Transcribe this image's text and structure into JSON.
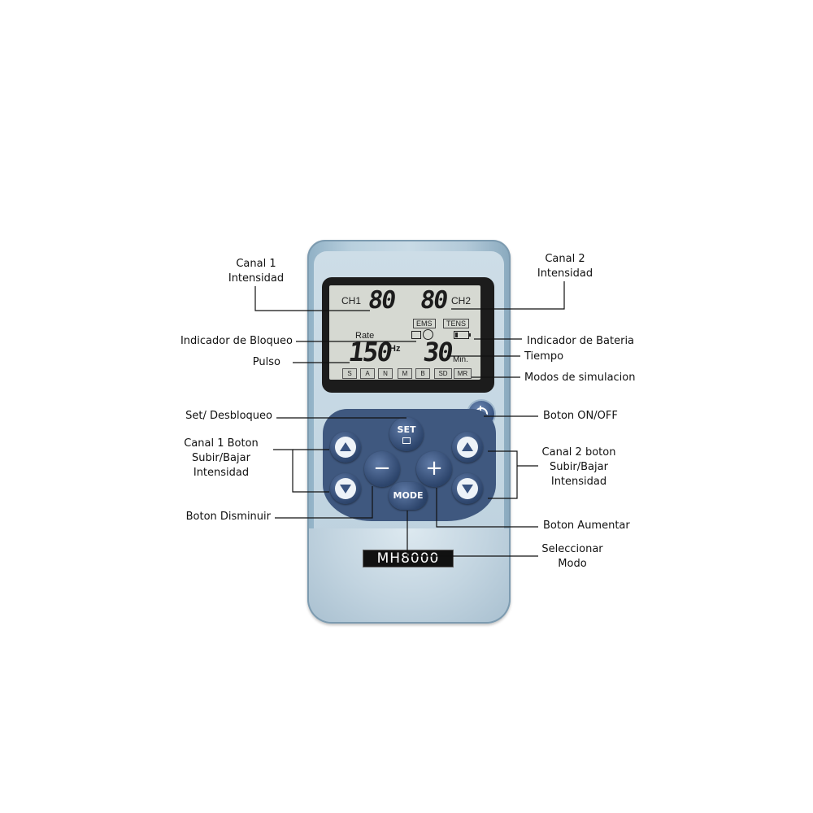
{
  "labels": {
    "canal1_line1": "Canal 1",
    "canal1_line2": "Intensidad",
    "canal2_line1": "Canal 2",
    "canal2_line2": "Intensidad",
    "bloqueo": "Indicador de Bloqueo",
    "pulso": "Pulso",
    "bateria": "Indicador de Bateria",
    "tiempo": "Tiempo",
    "modos": "Modos de simulacion",
    "set": "Set/ Desbloqueo",
    "onoff": "Boton ON/OFF",
    "canal1_btn_1": "Canal 1 Boton",
    "canal1_btn_2": "Subir/Bajar",
    "canal1_btn_3": "Intensidad",
    "canal2_btn_1": "Canal 2 boton",
    "canal2_btn_2": "Subir/Bajar",
    "canal2_btn_3": "Intensidad",
    "disminuir": "Boton Disminuir",
    "aumentar": "Boton Aumentar",
    "seleccionar_1": "Seleccionar",
    "seleccionar_2": "Modo"
  },
  "lcd": {
    "ch1": "CH1",
    "ch1_value": "80",
    "ch2": "CH2",
    "ch2_value": "80",
    "ems": "EMS",
    "tens": "TENS",
    "rate": "Rate",
    "rate_value": "150",
    "hz": "Hz",
    "time_value": "30",
    "min": "Min.",
    "modes": [
      "S",
      "A",
      "N",
      "M",
      "B",
      "SD",
      "MR"
    ]
  },
  "buttons": {
    "set": "SET",
    "mode": "MODE",
    "minus": "−",
    "plus": "+"
  },
  "model": "MH8000",
  "colors": {
    "body": "#bcd1de",
    "keypad": "#3f587f",
    "lcd": "#d6d9d2"
  }
}
